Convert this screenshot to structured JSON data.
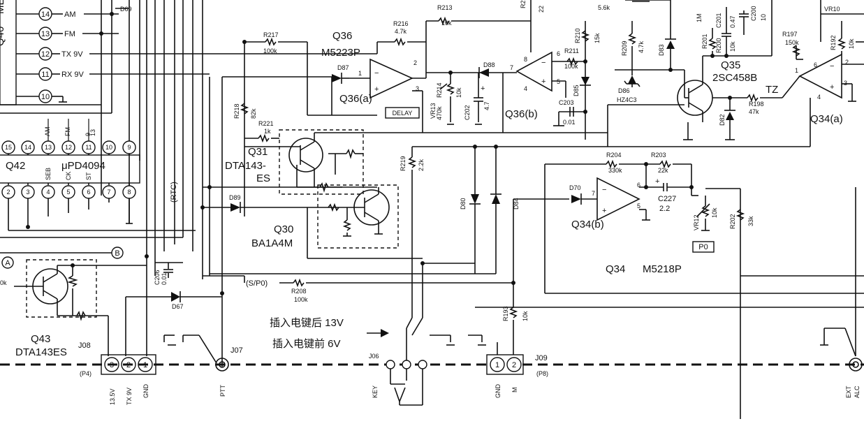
{
  "parts": {
    "q36": {
      "ref": "Q36",
      "part": "M5223P",
      "a": "Q36(a)",
      "b": "Q36(b)"
    },
    "q34": {
      "ref": "Q34",
      "part": "M5218P",
      "a": "Q34(a)",
      "b": "Q34(b)"
    },
    "q35": {
      "ref": "Q35",
      "part": "2SC458B"
    },
    "q31": {
      "ref": "Q31",
      "part1": "DTA143-",
      "part2": "ES"
    },
    "q30": {
      "ref": "Q30",
      "part": "BA1A4M"
    },
    "q43": {
      "ref": "Q43",
      "part": "DTA143ES"
    },
    "q42": {
      "ref": "Q42",
      "part": "μPD4094"
    },
    "q40": {
      "ref": "Q40",
      "part": "ME"
    }
  },
  "resistors": {
    "r217": {
      "ref": "R217",
      "val": "100k"
    },
    "r216": {
      "ref": "R216",
      "val": "4.7k"
    },
    "r213": {
      "ref": "R213",
      "val": "10k"
    },
    "r210": {
      "ref": "R210",
      "val": "15k"
    },
    "r211": {
      "ref": "R211",
      "val": "100k"
    },
    "r214": {
      "ref": "R214",
      "val": "10k"
    },
    "r218": {
      "ref": "R218",
      "val": "82k"
    },
    "r221": {
      "ref": "R221",
      "val": "1k"
    },
    "r219": {
      "ref": "R219",
      "val": "2.2k"
    },
    "r204": {
      "ref": "R204",
      "val": "330k"
    },
    "r203": {
      "ref": "R203",
      "val": "22k"
    },
    "r202": {
      "ref": "R202",
      "val": "33k"
    },
    "r208": {
      "ref": "R208",
      "val": "100k"
    },
    "r209": {
      "ref": "R209",
      "val": "4.7k"
    },
    "r201": {
      "ref": "R201",
      "val": "1M"
    },
    "r200": {
      "ref": "R200",
      "val": "10k"
    },
    "r197": {
      "ref": "R197",
      "val": "150k"
    },
    "r198": {
      "ref": "R198",
      "val": "47k"
    },
    "r192": {
      "ref": "R192",
      "val": "10k"
    },
    "r193": {
      "ref": "R193",
      "val": "10k"
    },
    "vr13": {
      "ref": "VR13",
      "val": "470k"
    },
    "vr12": {
      "ref": "VR12",
      "val": "10k"
    },
    "vr10": {
      "ref": "VR10"
    },
    "r_top": {
      "val": "5.6k"
    },
    "r_q43": {
      "val": "0k"
    }
  },
  "capacitors": {
    "c202": {
      "ref": "C202",
      "val": "4.7"
    },
    "c203": {
      "ref": "C203",
      "val": "0.01"
    },
    "c227": {
      "ref": "C227",
      "val": "2.2"
    },
    "c206": {
      "ref": "C206",
      "val": "0.01"
    },
    "c201": {
      "ref": "C201",
      "val": "0.47"
    },
    "c200": {
      "ref": "C200",
      "val": "10"
    }
  },
  "diodes": {
    "d87": "D87",
    "d88": "D88",
    "d85": "D85",
    "d89": "D89",
    "d86": "D86",
    "d86_type": "HZ4C3",
    "d83": "D83",
    "d82": "D82",
    "d70": "D70",
    "d80": "D80",
    "d84": "D84",
    "d67": "D67",
    "d69": "D69"
  },
  "nets": {
    "delay": "DELAY",
    "am": "AM",
    "fm": "FM",
    "tx9v": "TX 9V",
    "rx9v": "RX 9V",
    "sp0": "S/P0",
    "p0": "P0",
    "tz": "TZ",
    "rtc": "RTC",
    "node_a": "A",
    "node_b": "B"
  },
  "q40_pins": [
    "14",
    "13",
    "12",
    "11",
    "10"
  ],
  "q42_pins_top": [
    "15",
    "14",
    "13",
    "12",
    "11",
    "10",
    "9"
  ],
  "q42_pins_bottom": [
    "2",
    "3",
    "4",
    "5",
    "6",
    "7",
    "8"
  ],
  "q42_func_top": [
    "AM",
    "FM",
    "9",
    "13"
  ],
  "q42_func_bottom": [
    "SEB",
    "CK",
    "ST"
  ],
  "connectors": {
    "j08": {
      "ref": "J08",
      "sub": "(P4)",
      "pins": [
        "3",
        "2",
        "1"
      ],
      "labels": [
        "13.5V",
        "TX 9V",
        "GND"
      ]
    },
    "j07": {
      "ref": "J07",
      "label": "PTT"
    },
    "j06": {
      "ref": "J06",
      "label": "KEY"
    },
    "j09": {
      "ref": "J09",
      "sub": "(P8)",
      "pins": [
        "1",
        "2"
      ],
      "labels": [
        "GND",
        "M"
      ]
    },
    "ext": {
      "label1": "EXT",
      "label2": "ALC"
    }
  },
  "annotations": {
    "key_after": "插入电键后 13V",
    "key_before": "插入电键前 6V"
  },
  "opamp_pins": {
    "q36a": [
      "2",
      "1",
      "3"
    ],
    "q36b": [
      "7",
      "6",
      "5",
      "8",
      "4"
    ],
    "q34b": [
      "7",
      "6",
      "5"
    ],
    "q34a": [
      "1",
      "6",
      "2",
      "4",
      "3"
    ]
  }
}
